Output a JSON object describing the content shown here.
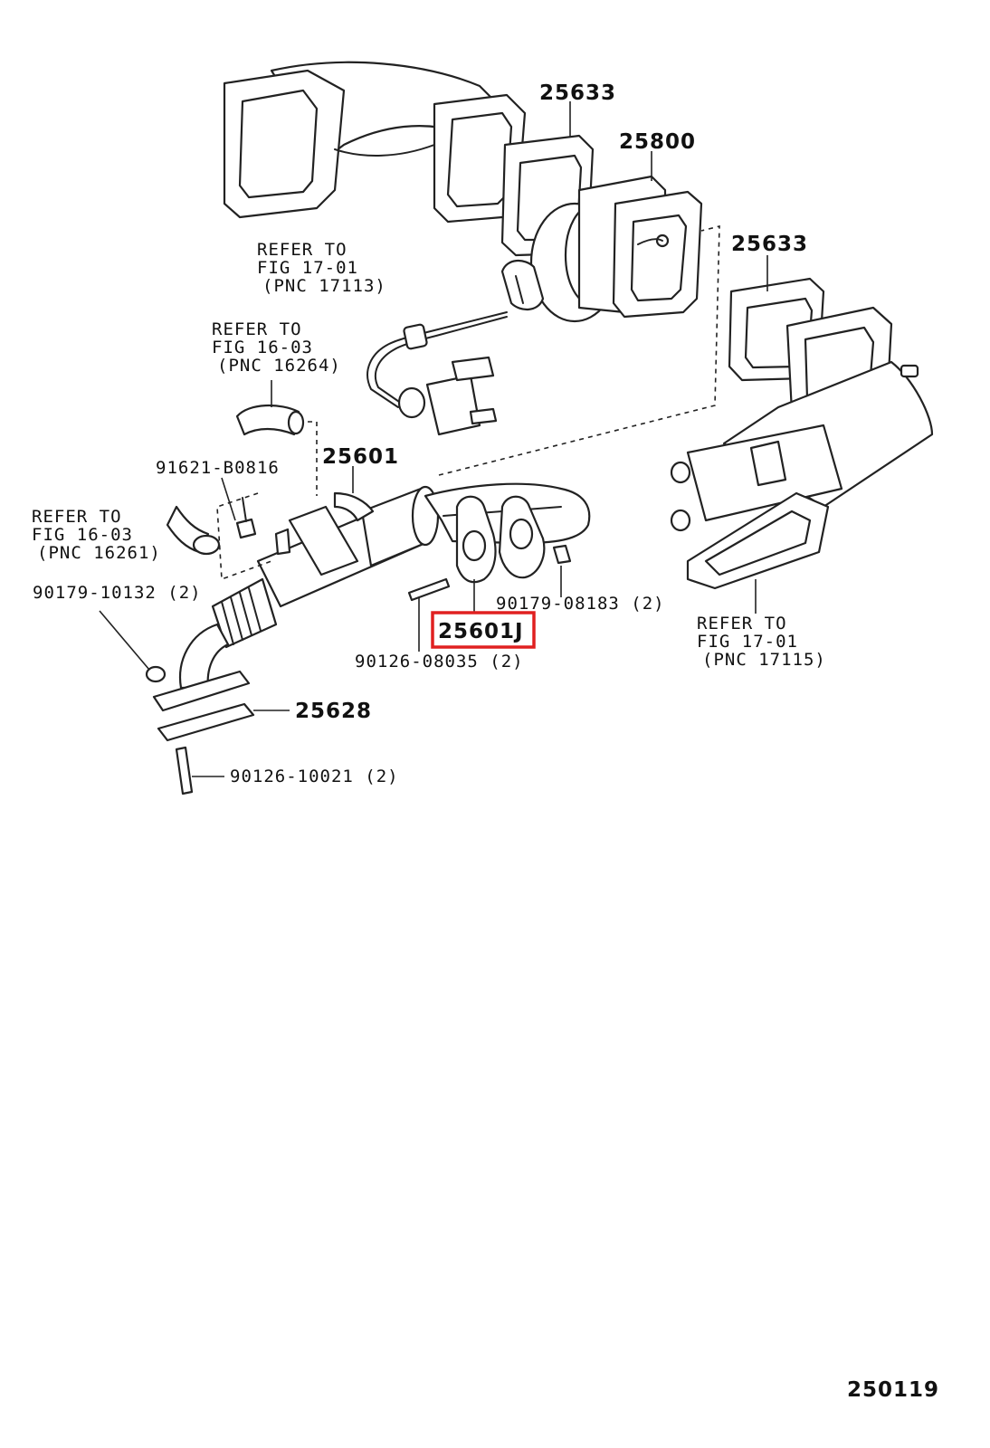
{
  "diagram_id": "250119",
  "highlight_color": "#e02020",
  "labels": {
    "p25633_top": "25633",
    "p25800": "25800",
    "refer_top_1": "REFER TO",
    "refer_top_2": "FIG 17-01",
    "refer_top_3": "(PNC 17113)",
    "refer_hose_1": "REFER TO",
    "refer_hose_2": "FIG 16-03",
    "refer_hose_3": "(PNC 16264)",
    "p25633_right": "25633",
    "p25601": "25601",
    "p91621": "91621-B0816",
    "refer_left_1": "REFER TO",
    "refer_left_2": "FIG 16-03",
    "refer_left_3": "(PNC 16261)",
    "p90179_10132": "90179-10132 (2)",
    "p90179_08183": "90179-08183 (2)",
    "p25601j": "25601J",
    "p90126_08035": "90126-08035 (2)",
    "refer_right_1": "REFER TO",
    "refer_right_2": "FIG 17-01",
    "refer_right_3": "(PNC 17115)",
    "p25628": "25628",
    "p90126_10021": "90126-10021 (2)"
  }
}
